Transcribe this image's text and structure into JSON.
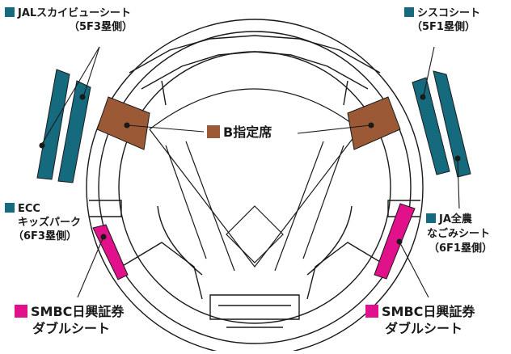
{
  "colors": {
    "teal": "#156a7d",
    "magenta": "#e0118a",
    "brown": "#9b5a35",
    "outline": "#1a1a1a"
  },
  "labels": {
    "jal_name": "JALスカイビューシート",
    "jal_loc": "（5F3塁側）",
    "cisco_name": "シスコシート",
    "cisco_loc": "（5F1塁側）",
    "b_seat": "B指定席",
    "ecc_name1": "ECC",
    "ecc_name2": "キッズパーク",
    "ecc_loc": "（6F3塁側）",
    "ja_name1": "JA全農",
    "ja_name2": "なごみシート",
    "ja_loc": "（6F1塁側）",
    "smbc_name": "SMBC日興証券",
    "smbc_sub": "ダブルシート"
  }
}
